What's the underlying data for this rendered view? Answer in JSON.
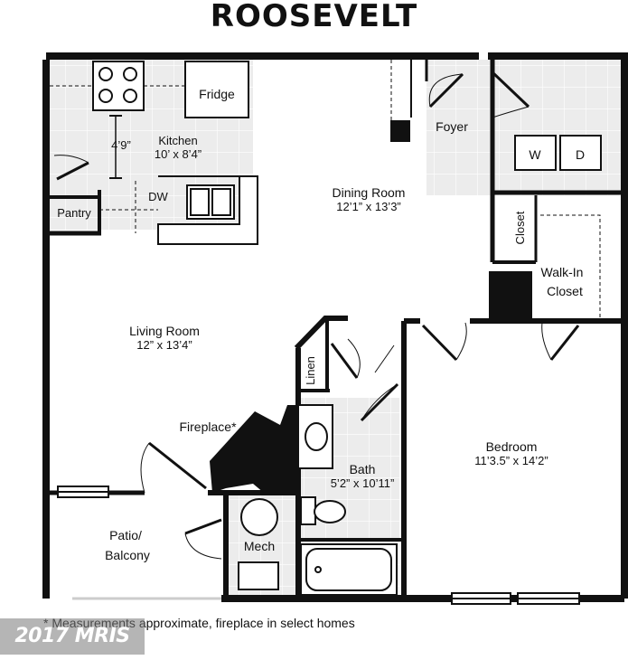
{
  "title": "ROOSEVELT",
  "rooms": {
    "kitchen": {
      "name": "Kitchen",
      "size": "10’ x 8’4”"
    },
    "dining": {
      "name": "Dining Room",
      "size": "12’1” x 13’3”"
    },
    "living": {
      "name": "Living Room",
      "size": "12” x 13’4”"
    },
    "bedroom": {
      "name": "Bedroom",
      "size": "11’3.5” x 14’2”"
    },
    "bath": {
      "name": "Bath",
      "size": "5’2” x 10’11”"
    },
    "walkin_line1": "Walk-In",
    "walkin_line2": "Closet",
    "patio_line1": "Patio/",
    "patio_line2": "Balcony"
  },
  "labels": {
    "fridge": "Fridge",
    "foyer": "Foyer",
    "pantry": "Pantry",
    "dw": "DW",
    "washer": "W",
    "dryer": "D",
    "closet": "Closet",
    "linen": "Linen",
    "fireplace": "Fireplace*",
    "mech": "Mech",
    "kitchen_dim": "4’9”"
  },
  "footnote": "* Measurements approximate, fireplace in select homes",
  "watermark": "2017 MRIS",
  "colors": {
    "wall": "#111111",
    "tile": "#ebebeb",
    "paper": "#ffffff"
  }
}
